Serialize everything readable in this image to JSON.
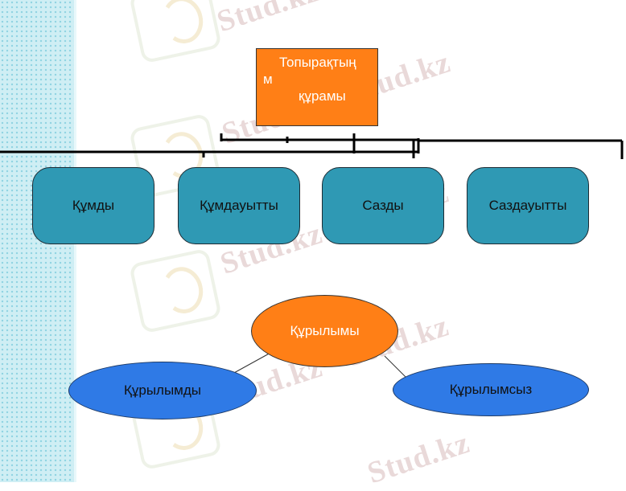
{
  "diagram": {
    "composition_title_lines": [
      "Топырақтың",
      "м",
      "құрамы"
    ],
    "categories": [
      "Құмды",
      "Құмдауытты",
      "Сазды",
      "Саздауытты"
    ],
    "structure_label": "Құрылымы",
    "structure_children": [
      "Құрылымды",
      "Құрылымсыз"
    ]
  },
  "watermark": {
    "text": "Stud.kz",
    "text_alt": "Stud.kz - Stud.kz"
  },
  "colors": {
    "orange": "#ff7f16",
    "teal": "#2f99b4",
    "blue": "#2f7ae6",
    "strip": "#cfeef4"
  }
}
